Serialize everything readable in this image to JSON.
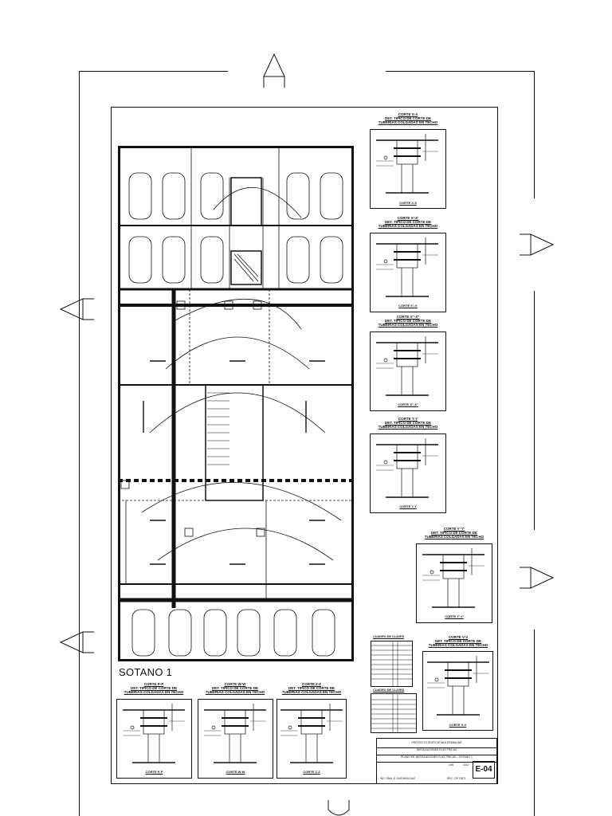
{
  "sheet": {
    "level_title": "SOTANO 1",
    "sheet_code": "E-04"
  },
  "details": [
    {
      "title_line1": "CORTE X-X",
      "title_line2": "DET. TIPICO DE CORTE DE",
      "title_line3": "TUBERIAS COLGADAS EN TECHO",
      "caption": "CORTE X-X"
    },
    {
      "title_line1": "CORTE X'-X'",
      "title_line2": "DET. TIPICO DE CORTE DE",
      "title_line3": "TUBERIAS COLGADAS EN TECHO",
      "caption": "CORTE X'-X'"
    },
    {
      "title_line1": "CORTE X\"-X\"",
      "title_line2": "DET. TIPICO DE CORTE DE",
      "title_line3": "TUBERIAS COLGADAS EN TECHO",
      "caption": "CORTE X\"-X\""
    },
    {
      "title_line1": "CORTE Y-Y",
      "title_line2": "DET. TIPICO DE CORTE DE",
      "title_line3": "TUBERIAS COLGADAS EN TECHO",
      "caption": "CORTE Y-Y"
    },
    {
      "title_line1": "CORTE Y'-Y'",
      "title_line2": "DET. TIPICO DE CORTE DE",
      "title_line3": "TUBERIAS COLGADAS EN TECHO",
      "caption": "CORTE Y'-Y'"
    },
    {
      "title_line1": "CORTE V-V",
      "title_line2": "DET. TIPICO DE CORTE DE",
      "title_line3": "TUBERIAS COLGADAS EN TECHO",
      "caption": "CORTE V-V"
    },
    {
      "title_line1": "CORTE P-P",
      "title_line2": "DET. TIPICO DE CORTE DE",
      "title_line3": "TUBERIAS COLGADAS EN TECHO",
      "caption": "CORTE P-P"
    },
    {
      "title_line1": "CORTE W-W",
      "title_line2": "DET. TIPICO DE CORTE DE",
      "title_line3": "TUBERIAS COLGADAS EN TECHO",
      "caption": "CORTE W-W"
    },
    {
      "title_line1": "CORTE Z-Z",
      "title_line2": "DET. TIPICO DE CORTE DE",
      "title_line3": "TUBERIAS COLGADAS EN TECHO",
      "caption": "CORTE Z-Z"
    }
  ],
  "legends": [
    {
      "title": "CUADRO DE CLAVES"
    },
    {
      "title": "CUADRO DE CLAVES"
    }
  ],
  "title_block": {
    "owner_line": "PROYECTO EDIFICIO MULTIFAMILIAR",
    "project_line": "INSTALACIONES ELECTRICAS",
    "content_line": "PLANO DE INSTALACIONES ELECTRICAS - SOTANO 1",
    "engineer_label": "ING. RAUL E. GUEVARA DIAZ",
    "reg_label": "REG. CIP 12671",
    "scale_label": "1/50",
    "date_label": "2013"
  }
}
